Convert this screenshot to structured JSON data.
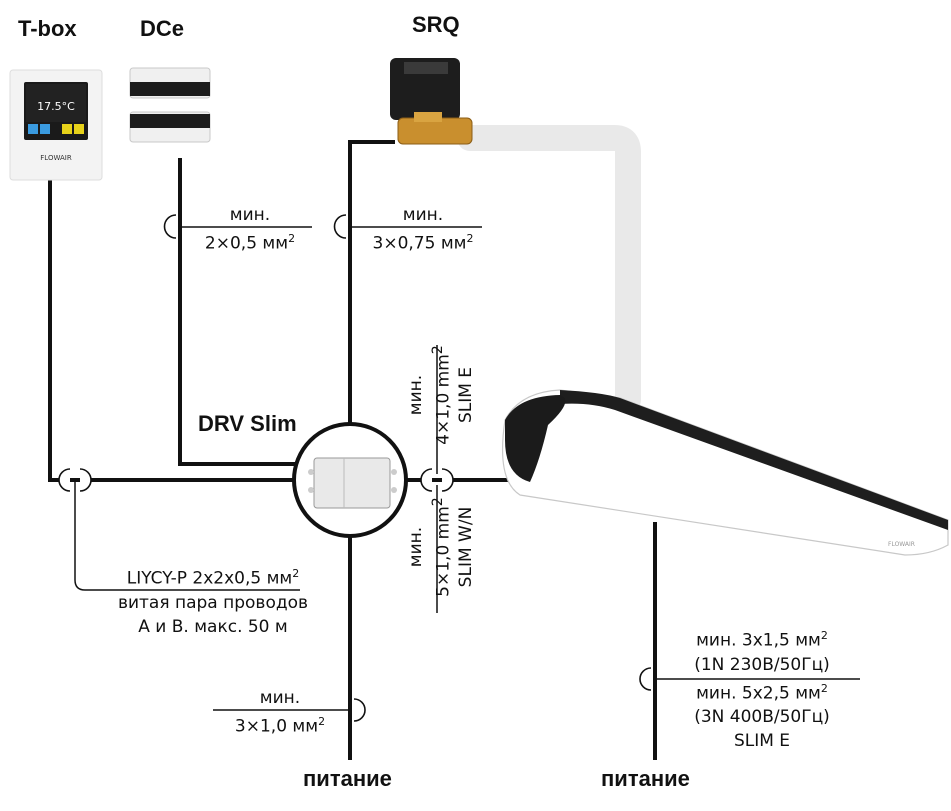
{
  "devices": {
    "tbox": "T-box",
    "dce": "DCe",
    "srq": "SRQ",
    "drv": "DRV Slim",
    "tbox_display": "17.5°C",
    "tbox_brand": "FLOWAIR"
  },
  "cables": {
    "dce": {
      "line1": "мин.",
      "line2": "2×0,5 мм",
      "sup": "2"
    },
    "srq": {
      "line1": "мин.",
      "line2": "3×0,75 мм",
      "sup": "2"
    },
    "slim_e": {
      "line1": "мин.",
      "line2": "4×1,0 mm",
      "sup": "2",
      "line3": "SLIM E"
    },
    "slim_wn": {
      "line1": "мин.",
      "line2": "5×1,0 mm",
      "sup": "2",
      "line3": "SLIM W/N"
    },
    "bus": {
      "line1": "LIYCY-P 2x2x0,5 мм",
      "sup": "2",
      "line2": "витая пара проводов",
      "line3": "A и B. макс. 50 м"
    },
    "drv_power": {
      "line1": "мин.",
      "line2": "3×1,0 мм",
      "sup": "2"
    },
    "curtain_power": {
      "line1": "мин. 3x1,5 мм",
      "sup1": "2",
      "line2": "(1N 230В/50Гц)",
      "line3": "мин. 5x2,5 мм",
      "sup3": "2",
      "line4": "(3N 400В/50Гц)",
      "line5": "SLIM E"
    }
  },
  "power": {
    "left": "питание",
    "right": "питание"
  }
}
